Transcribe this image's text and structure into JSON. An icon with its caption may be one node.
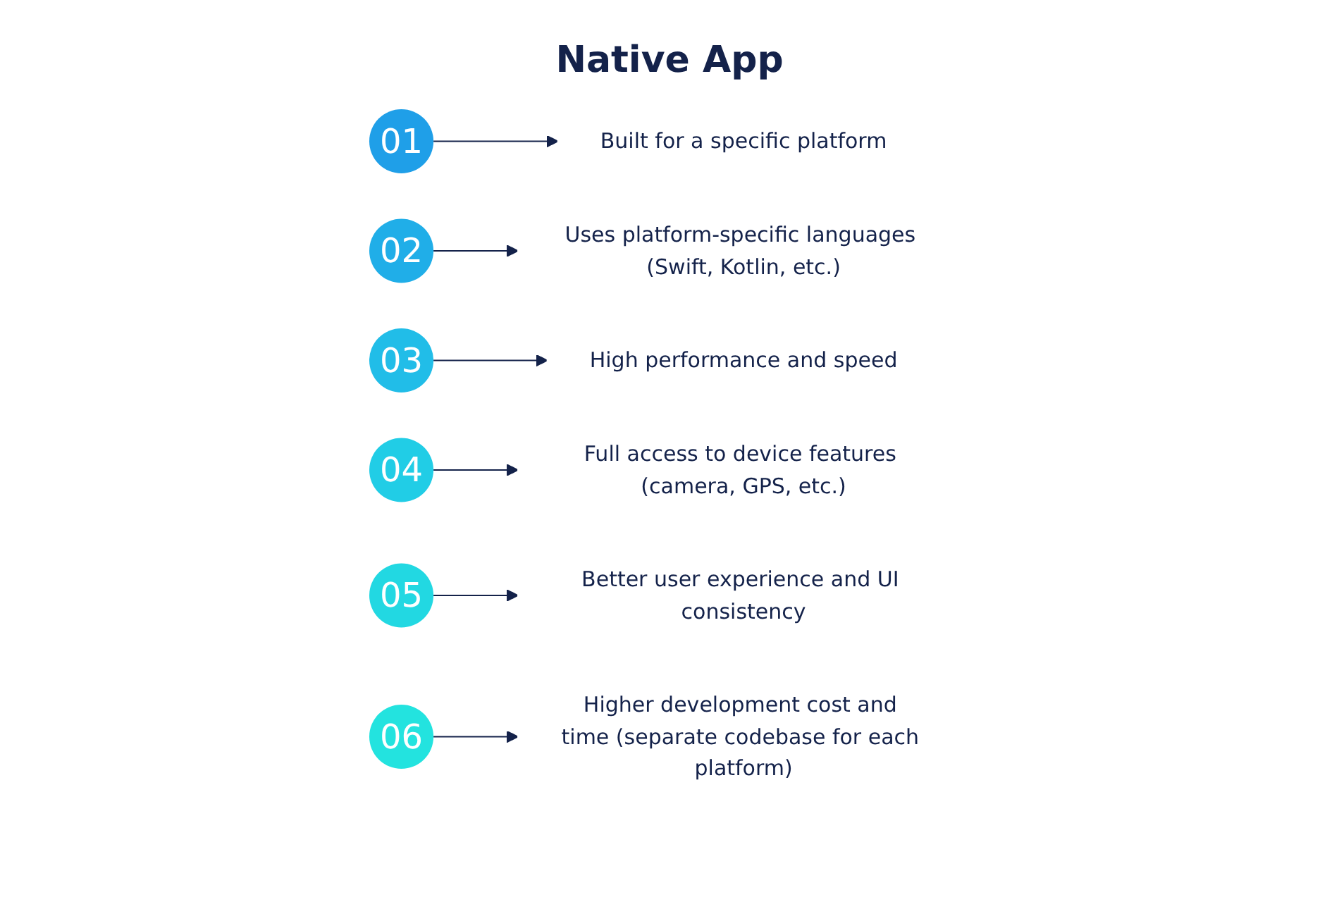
{
  "diagram": {
    "title": "Native App",
    "nodes": [
      {
        "text": [
          "Built for a specific platform"
        ]
      },
      {
        "text": [
          "01"
        ]
      },
      {
        "text": [
          "02"
        ]
      },
      {
        "text": [
          "Uses platform-specific languages (Swift, Kotlin, etc.)"
        ]
      },
      {
        "text": [
          "High performance and speed"
        ]
      },
      {
        "text": [
          "03"
        ]
      },
      {
        "text": [
          "04"
        ]
      },
      {
        "text": [
          "Full access to device features (camera, GPS, etc.)"
        ]
      },
      {
        "text": [
          "Better user experience and UI consistency"
        ]
      },
      {
        "text": [
          "05"
        ]
      },
      {
        "text": [
          "06"
        ]
      },
      {
        "text": [
          "Higher development cost and time (separate codebase for each platform)"
        ]
      }
    ],
    "edges": [
      {
        "from": 1,
        "to": 0,
        "arrow": "to"
      },
      {
        "from": 2,
        "to": 3,
        "arrow": "to"
      },
      {
        "from": 5,
        "to": 4,
        "arrow": "to"
      },
      {
        "from": 6,
        "to": 7,
        "arrow": "to"
      },
      {
        "from": 9,
        "to": 8,
        "arrow": "to"
      },
      {
        "from": 10,
        "to": 11,
        "arrow": "to"
      }
    ]
  }
}
